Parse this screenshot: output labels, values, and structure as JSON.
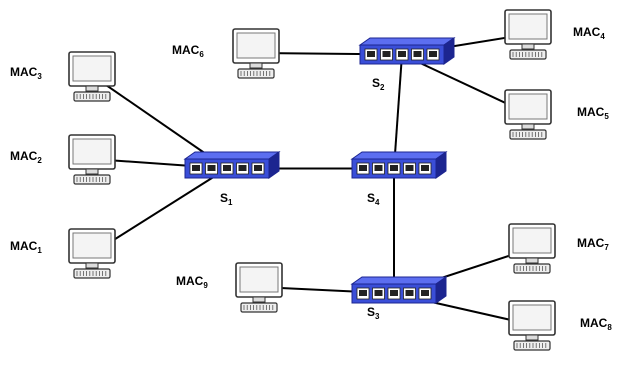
{
  "computers": [
    {
      "id": "mac3",
      "base": "MAC",
      "sub": "3"
    },
    {
      "id": "mac2",
      "base": "MAC",
      "sub": "2"
    },
    {
      "id": "mac1",
      "base": "MAC",
      "sub": "1"
    },
    {
      "id": "mac6",
      "base": "MAC",
      "sub": "6"
    },
    {
      "id": "mac4",
      "base": "MAC",
      "sub": "4"
    },
    {
      "id": "mac5",
      "base": "MAC",
      "sub": "5"
    },
    {
      "id": "mac9",
      "base": "MAC",
      "sub": "9"
    },
    {
      "id": "mac7",
      "base": "MAC",
      "sub": "7"
    },
    {
      "id": "mac8",
      "base": "MAC",
      "sub": "8"
    }
  ],
  "switches": [
    {
      "id": "s1",
      "base": "S",
      "sub": "1"
    },
    {
      "id": "s2",
      "base": "S",
      "sub": "2"
    },
    {
      "id": "s3",
      "base": "S",
      "sub": "3"
    },
    {
      "id": "s4",
      "base": "S",
      "sub": "4"
    }
  ],
  "links": [
    [
      "mac3",
      "s1"
    ],
    [
      "mac2",
      "s1"
    ],
    [
      "mac1",
      "s1"
    ],
    [
      "s1",
      "s4"
    ],
    [
      "s2",
      "s4"
    ],
    [
      "s4",
      "s3"
    ],
    [
      "mac6",
      "s2"
    ],
    [
      "mac4",
      "s2"
    ],
    [
      "mac5",
      "s2"
    ],
    [
      "mac9",
      "s3"
    ],
    [
      "mac7",
      "s3"
    ],
    [
      "mac8",
      "s3"
    ]
  ],
  "colors": {
    "switch_blue": "#3a4ed8",
    "switch_dark": "#1c2590",
    "monitor_fill": "#ffffff",
    "monitor_stroke": "#333333",
    "screen_fill": "#f4f4f4",
    "link": "#000000"
  }
}
